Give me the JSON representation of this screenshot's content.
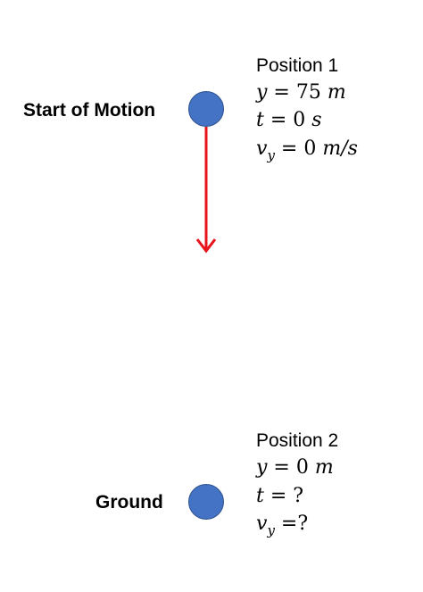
{
  "start": {
    "label": "Start of Motion",
    "position_title": "Position 1",
    "y": {
      "var": "y",
      "eq": " = ",
      "value": "75",
      "unit": " m"
    },
    "t": {
      "var": "t",
      "eq": " = ",
      "value": "0",
      "unit": " s"
    },
    "vy": {
      "var": "v",
      "sub": "y",
      "eq": " = ",
      "value": "0",
      "unit": " m/s"
    }
  },
  "ground": {
    "label": "Ground",
    "position_title": "Position 2",
    "y": {
      "var": "y",
      "eq": " = ",
      "value": "0",
      "unit": " m"
    },
    "t": {
      "var": "t",
      "eq": " = ",
      "value": "?"
    },
    "vy": {
      "var": "v",
      "sub": "y",
      "eq": " =",
      "value": "?"
    }
  },
  "colors": {
    "ball_fill": "#4472c4",
    "ball_stroke": "#2f528f",
    "arrow": "#e8141c"
  }
}
